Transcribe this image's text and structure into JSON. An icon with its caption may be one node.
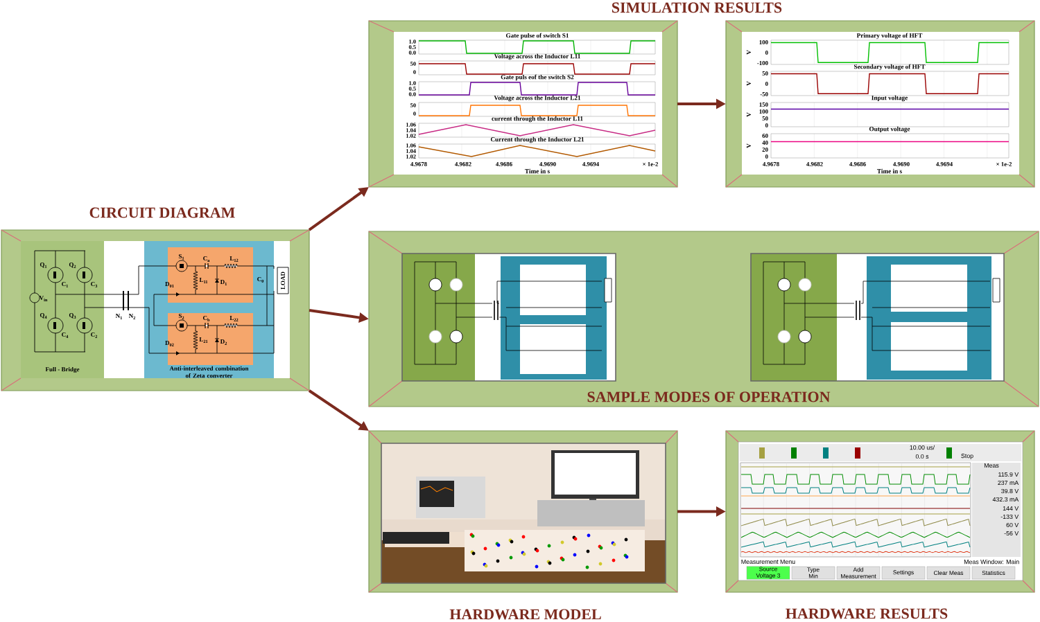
{
  "diagram": {
    "nodes": [
      {
        "text": [
          "CIRCUIT DIAGRAM"
        ]
      },
      {
        "text": [
          "Full - Bridge"
        ],
        "in": 0
      },
      {
        "text": [
          "Anti-interleaved combination of Zeta converter"
        ],
        "in": 0
      },
      {
        "text": [
          "Gate pulse of switch S1",
          "Voltage across the Inductor L11",
          "Gate puls eof the switch S2",
          "Voltage across the Inductor L21",
          "current through the Inductor L11",
          "Current through the Inductor L21",
          "Time in s"
        ]
      },
      {
        "text": [
          "Primary voltage of HFT",
          "Secondary voltage of HFT",
          "Input voltage",
          "Output voltage",
          "Time in s"
        ]
      },
      {
        "text": [
          "SAMPLE MODES OF OPERATION"
        ]
      },
      {
        "text": [],
        "shape": "picture",
        "in": 5
      },
      {
        "text": [],
        "shape": "picture",
        "in": 5
      },
      {
        "text": [
          "HARDWARE MODEL"
        ]
      },
      {
        "text": [],
        "shape": "picture",
        "in": 8
      },
      {
        "text": [
          "HARDWARE RESULTS"
        ]
      },
      {
        "text": [
          "10.00 us/",
          "0.0 s",
          "Stop",
          "Meas",
          "115.9 V",
          "237 mA",
          "39.8 V",
          "432.3 mA",
          "144 V",
          "-133 V",
          "60 V",
          "-56 V",
          "Measurement Menu",
          "Meas Window: Main",
          "Source",
          "Voltage 3",
          "Type",
          "Min",
          "Add",
          "Measurement",
          "Settings",
          "Clear Meas",
          "Statistics"
        ],
        "in": 10
      }
    ],
    "edges": [
      {
        "from": 0,
        "to": 3,
        "arrow": "to"
      },
      {
        "from": 0,
        "to": 5,
        "arrow": "to"
      },
      {
        "from": 0,
        "to": 8,
        "arrow": "to"
      },
      {
        "from": 3,
        "to": 4,
        "arrow": "to"
      },
      {
        "from": 8,
        "to": 10,
        "arrow": "to"
      },
      {
        "from": 1,
        "to": 2,
        "arrow": "none",
        "color": "#000000"
      },
      {
        "from": 1,
        "to": 2,
        "arrow": "none",
        "color": "#000000"
      }
    ],
    "labels": [
      "SIMULATION RESULTS",
      "1.0",
      "0.5",
      "0.0",
      "50",
      "0",
      "1.0",
      "0.5",
      "0.0",
      "50",
      "0",
      "1.06",
      "1.04",
      "1.02",
      "1.06",
      "1.04",
      "1.02",
      "4.9678",
      "4.9682",
      "4.9686",
      "4.9690",
      "4.9694",
      "× 1e-2",
      "V",
      "100",
      "0",
      "-100",
      "V",
      "50",
      "0",
      "-50",
      "V",
      "150",
      "100",
      "50",
      "0",
      "V",
      "60",
      "40",
      "20",
      "0",
      "4.9678",
      "4.9682",
      "4.9686",
      "4.9690",
      "4.9694",
      "× 1e-2",
      "Q$_{1}$",
      "Q$_{2}$",
      "Q$_{4}$",
      "Q$_{3}$",
      "C$_{1}$",
      "C$_{3}$",
      "C$_{4}$",
      "C$_{2}$",
      "V$_{in}$",
      "N$_{1}$",
      "N$_{2}$",
      "S$_{1}$",
      "S$_{2}$",
      "C$_{a}$",
      "C$_{b}$",
      "L$_{12}$",
      "L$_{22}$",
      "L$_{11}$",
      "L$_{21}$",
      "D$_{1}$",
      "D$_{2}$",
      "D$_{01}$",
      "D$_{02}$",
      "C$_{0}$",
      "LOAD"
    ]
  }
}
